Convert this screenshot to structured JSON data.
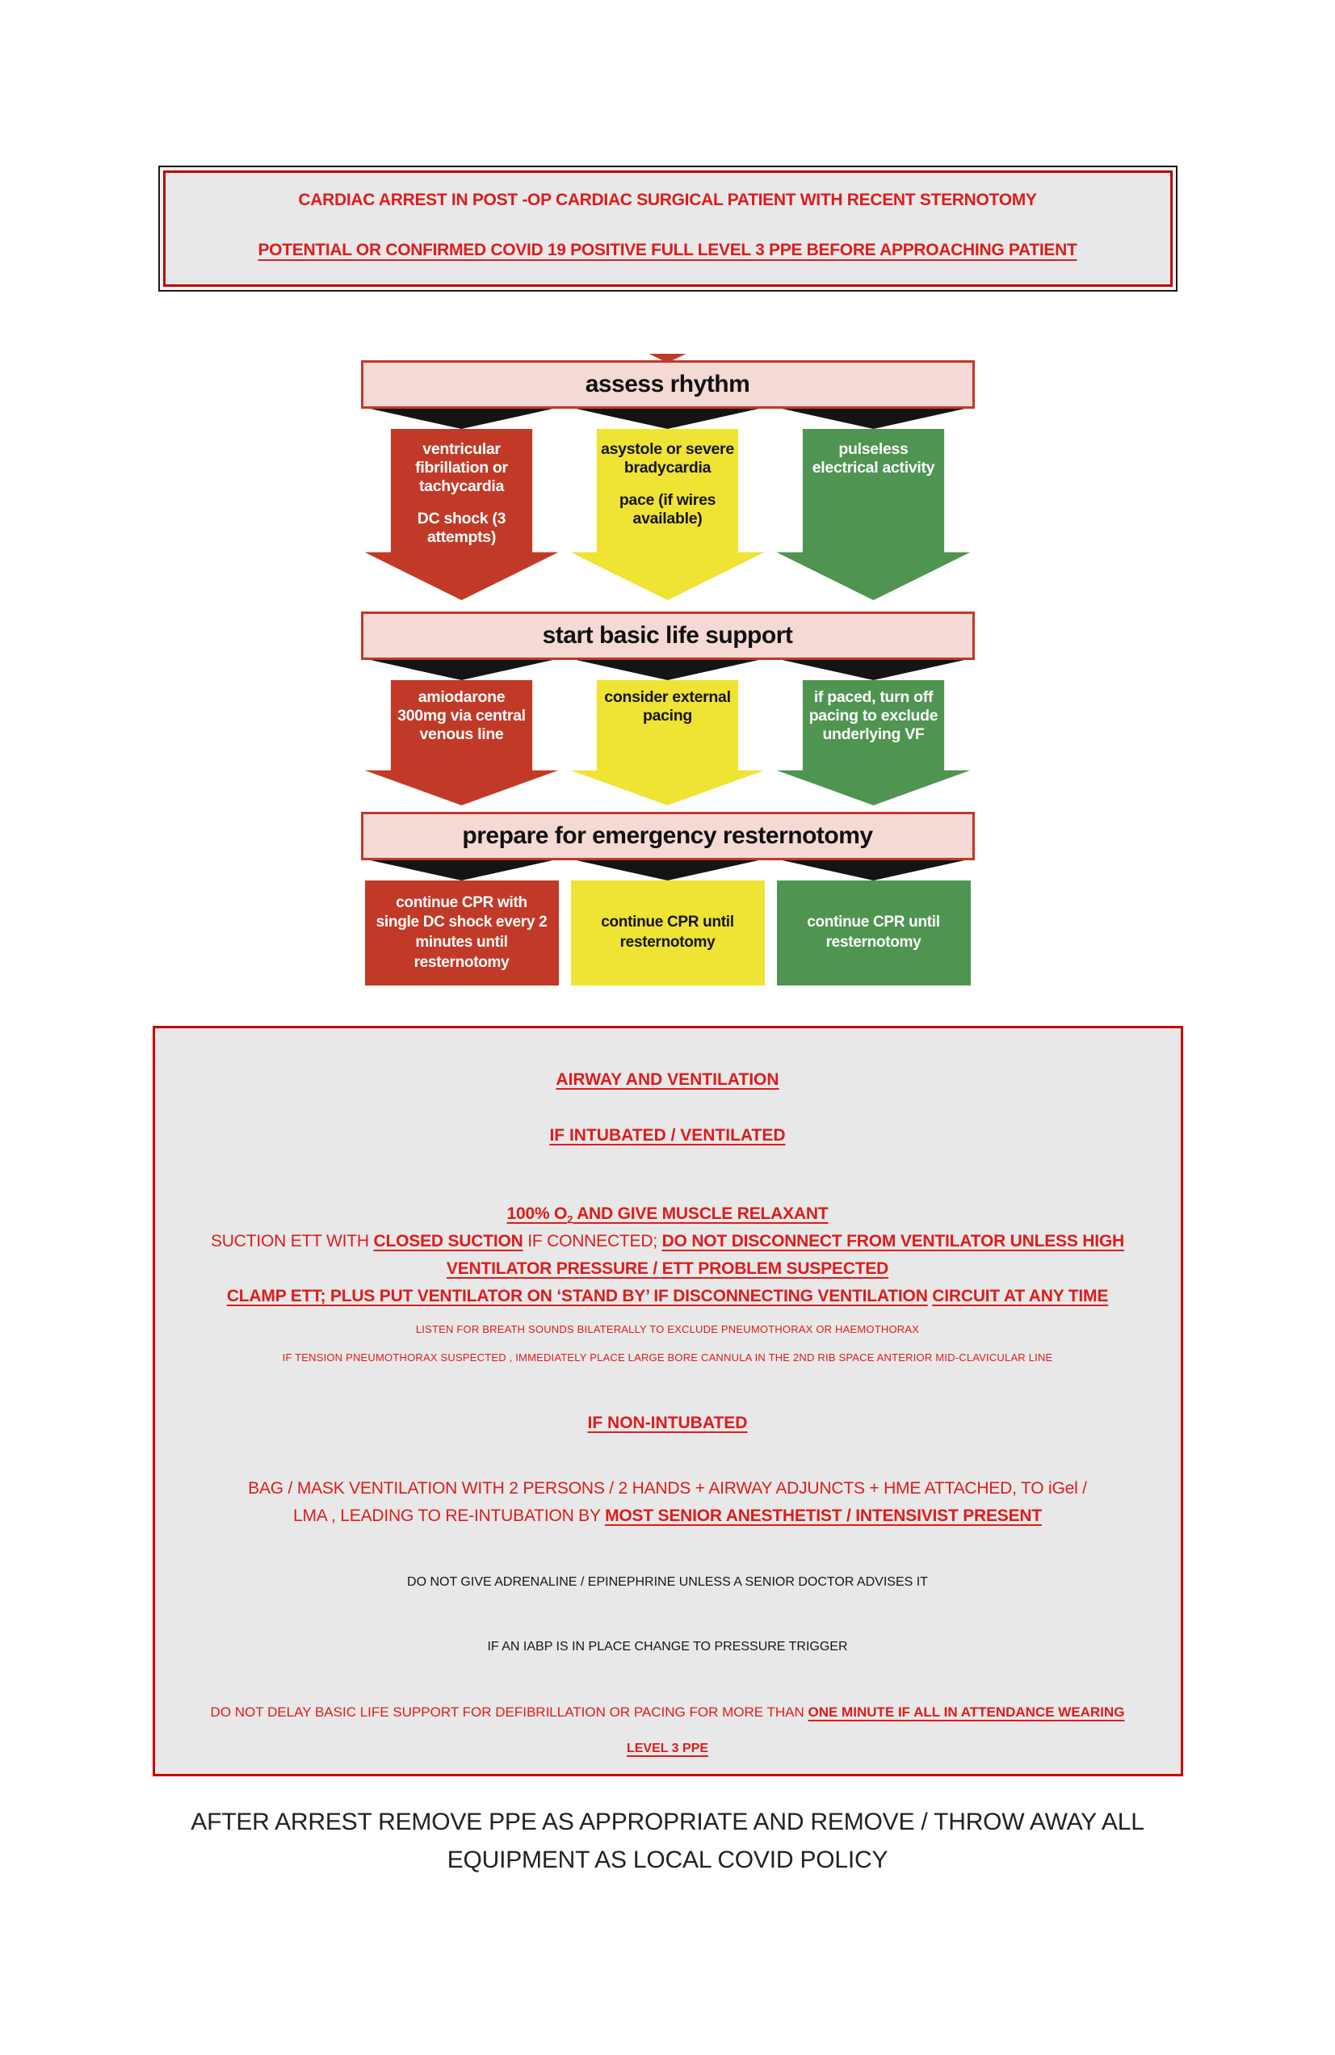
{
  "title_box": {
    "line1": "CARDIAC ARREST IN POST -OP CARDIAC SURGICAL PATIENT WITH RECENT STERNOTOMY",
    "line2": "POTENTIAL OR CONFIRMED COVID 19 POSITIVE FULL LEVEL 3 PPE BEFORE APPROACHING PATIENT"
  },
  "flowchart": {
    "band1": "assess rhythm",
    "band2": "start basic life support",
    "band3": "prepare for emergency resternotomy",
    "row1": {
      "red_p1": "ventricular fibrillation or tachycardia",
      "red_p2": "DC shock (3 attempts)",
      "yellow_p1": "asystole or severe bradycardia",
      "yellow_p2": "pace (if wires available)",
      "green_p1": "pulseless electrical activity"
    },
    "row2": {
      "red": "amiodarone 300mg via central venous line",
      "yellow": "consider external pacing",
      "green": "if paced, turn off pacing to exclude underlying VF"
    },
    "row3": {
      "red": "continue CPR with single DC shock every 2 minutes until resternotomy",
      "yellow": "continue CPR until resternotomy",
      "green": "continue CPR until resternotomy"
    }
  },
  "airway_box": {
    "h1": "AIRWAY AND VENTILATION",
    "h2": "IF INTUBATED / VENTILATED",
    "o2_pre": "100% O",
    "o2_sub": "2",
    "o2_post": " AND GIVE MUSCLE RELAXANT",
    "suction_s1": "SUCTION ETT WITH ",
    "suction_s2": "CLOSED SUCTION",
    "suction_s3": " IF CONNECTED; ",
    "suction_s4": "DO NOT DISCONNECT FROM VENTILATOR UNLESS HIGH",
    "suction_s5": "VENTILATOR PRESSURE / ETT PROBLEM SUSPECTED",
    "clamp_s1": "CLAMP ETT; PLUS PUT VENTILATOR ON ‘STAND BY’ IF DISCONNECTING VENTILATION",
    "clamp_s2": "CIRCUIT AT ANY TIME",
    "listen": "LISTEN FOR BREATH SOUNDS BILATERALLY TO EXCLUDE PNEUMOTHORAX OR HAEMOTHORAX",
    "tension": "IF TENSION PNEUMOTHORAX SUSPECTED , IMMEDIATELY PLACE LARGE BORE CANNULA IN THE 2ND RIB SPACE ANTERIOR MID-CLAVICULAR LINE",
    "h3": "IF NON-INTUBATED",
    "bagmask_line1": "BAG / MASK VENTILATION WITH 2 PERSONS / 2 HANDS  + AIRWAY ADJUNCTS  + HME ATTACHED,  TO iGel /",
    "bagmask_line2_pre": "LMA , LEADING TO RE-INTUBATION BY ",
    "bagmask_line2_bold": "MOST SENIOR ANESTHETIST / INTENSIVIST PRESENT",
    "black1": "DO NOT GIVE ADRENALINE / EPINEPHRINE UNLESS A SENIOR DOCTOR ADVISES IT",
    "black2": "IF AN IABP IS IN PLACE CHANGE TO PRESSURE TRIGGER",
    "delay_pre": "DO NOT DELAY BASIC LIFE SUPPORT FOR DEFIBRILLATION OR PACING FOR MORE THAN ",
    "delay_bold": "ONE MINUTE IF ALL IN ATTENDANCE WEARING",
    "level3": "LEVEL 3 PPE"
  },
  "footer": {
    "line1": "AFTER ARREST REMOVE PPE AS APPROPRIATE AND REMOVE / THROW AWAY ALL",
    "line2": "EQUIPMENT AS LOCAL COVID POLICY"
  },
  "colors": {
    "red_text": "#dd1c1c",
    "box_border_red": "#cc0000",
    "box_bg_gray": "#e8e8e8",
    "arrow_red": "#c13a28",
    "arrow_yellow": "#efe334",
    "arrow_green": "#4f9551",
    "band_bg_pink": "#f4d9d4",
    "band_border": "#c0392b",
    "connector_black": "#141414"
  }
}
